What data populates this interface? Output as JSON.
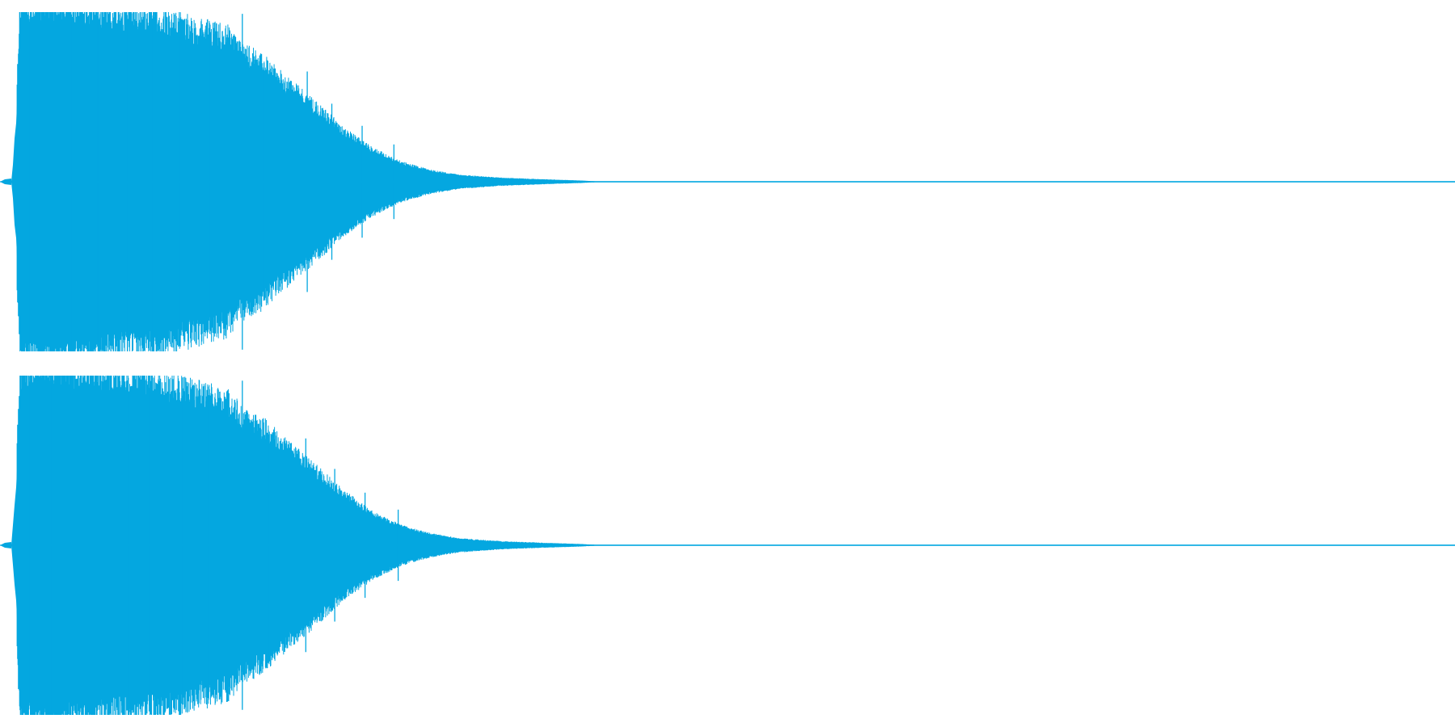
{
  "waveform": {
    "color": "#04a7e0",
    "background": "#ffffff",
    "channels": [
      {
        "name": "",
        "envelope": [
          [
            0.0,
            0.0
          ],
          [
            0.002,
            0.25
          ],
          [
            0.006,
            0.88
          ],
          [
            0.02,
            0.95
          ],
          [
            0.04,
            0.92
          ],
          [
            0.07,
            0.89
          ],
          [
            0.1,
            0.86
          ],
          [
            0.13,
            0.8
          ],
          [
            0.15,
            0.76
          ],
          [
            0.16,
            0.68
          ],
          [
            0.175,
            0.62
          ],
          [
            0.19,
            0.52
          ],
          [
            0.21,
            0.4
          ],
          [
            0.23,
            0.27
          ],
          [
            0.25,
            0.17
          ],
          [
            0.27,
            0.1
          ],
          [
            0.29,
            0.06
          ],
          [
            0.31,
            0.035
          ],
          [
            0.34,
            0.02
          ],
          [
            0.37,
            0.012
          ],
          [
            0.395,
            0.006
          ],
          [
            0.405,
            0.002
          ],
          [
            0.42,
            0.0015
          ],
          [
            1.0,
            0.0015
          ]
        ],
        "spikes": [
          [
            0.012,
            0.96
          ],
          [
            0.03,
            0.99
          ],
          [
            0.042,
            0.97
          ],
          [
            0.06,
            0.95
          ],
          [
            0.08,
            0.9
          ],
          [
            0.098,
            0.93
          ],
          [
            0.117,
            0.86
          ],
          [
            0.138,
            0.88
          ],
          [
            0.16,
            0.99
          ],
          [
            0.175,
            0.7
          ],
          [
            0.205,
            0.65
          ],
          [
            0.222,
            0.46
          ],
          [
            0.243,
            0.33
          ],
          [
            0.265,
            0.22
          ]
        ]
      },
      {
        "name": "",
        "envelope": [
          [
            0.0,
            0.0
          ],
          [
            0.002,
            0.25
          ],
          [
            0.006,
            0.88
          ],
          [
            0.02,
            0.95
          ],
          [
            0.04,
            0.92
          ],
          [
            0.07,
            0.89
          ],
          [
            0.1,
            0.86
          ],
          [
            0.13,
            0.8
          ],
          [
            0.15,
            0.76
          ],
          [
            0.16,
            0.68
          ],
          [
            0.175,
            0.62
          ],
          [
            0.19,
            0.52
          ],
          [
            0.21,
            0.4
          ],
          [
            0.23,
            0.27
          ],
          [
            0.25,
            0.17
          ],
          [
            0.27,
            0.1
          ],
          [
            0.29,
            0.06
          ],
          [
            0.31,
            0.035
          ],
          [
            0.34,
            0.02
          ],
          [
            0.37,
            0.012
          ],
          [
            0.395,
            0.006
          ],
          [
            0.405,
            0.002
          ],
          [
            0.42,
            0.0015
          ],
          [
            1.0,
            0.0015
          ]
        ],
        "spikes": [
          [
            0.012,
            0.96
          ],
          [
            0.028,
            0.98
          ],
          [
            0.044,
            0.97
          ],
          [
            0.058,
            0.92
          ],
          [
            0.082,
            0.9
          ],
          [
            0.096,
            0.93
          ],
          [
            0.119,
            0.87
          ],
          [
            0.136,
            0.9
          ],
          [
            0.16,
            0.97
          ],
          [
            0.178,
            0.68
          ],
          [
            0.204,
            0.63
          ],
          [
            0.224,
            0.45
          ],
          [
            0.245,
            0.31
          ],
          [
            0.268,
            0.21
          ]
        ]
      }
    ]
  }
}
